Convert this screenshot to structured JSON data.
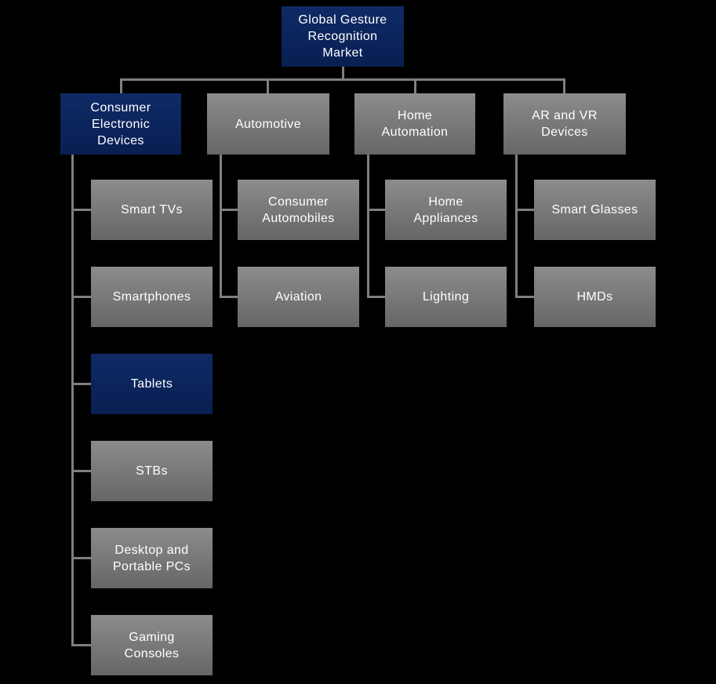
{
  "theme": {
    "background": "#000000",
    "navy_top": "#0e2a66",
    "navy_bottom": "#091f52",
    "gray_top": "#8c8c8c",
    "gray_bottom": "#666666",
    "connector": "#7f7f7f",
    "text": "#ffffff"
  },
  "tree": {
    "root": {
      "label": "Global Gesture\nRecognition\nMarket",
      "style": "navy"
    },
    "branches": [
      {
        "label": "Consumer\nElectronic\nDevices",
        "style": "navy",
        "children": [
          {
            "label": "Smart TVs",
            "style": "gray"
          },
          {
            "label": "Smartphones",
            "style": "gray"
          },
          {
            "label": "Tablets",
            "style": "navy"
          },
          {
            "label": "STBs",
            "style": "gray"
          },
          {
            "label": "Desktop and\nPortable PCs",
            "style": "gray"
          },
          {
            "label": "Gaming\nConsoles",
            "style": "gray"
          }
        ]
      },
      {
        "label": "Automotive",
        "style": "gray",
        "children": [
          {
            "label": "Consumer\nAutomobiles",
            "style": "gray"
          },
          {
            "label": "Aviation",
            "style": "gray"
          }
        ]
      },
      {
        "label": "Home\nAutomation",
        "style": "gray",
        "children": [
          {
            "label": "Home\nAppliances",
            "style": "gray"
          },
          {
            "label": "Lighting",
            "style": "gray"
          }
        ]
      },
      {
        "label": "AR and VR\nDevices",
        "style": "gray",
        "children": [
          {
            "label": "Smart Glasses",
            "style": "gray"
          },
          {
            "label": "HMDs",
            "style": "gray"
          }
        ]
      }
    ]
  }
}
